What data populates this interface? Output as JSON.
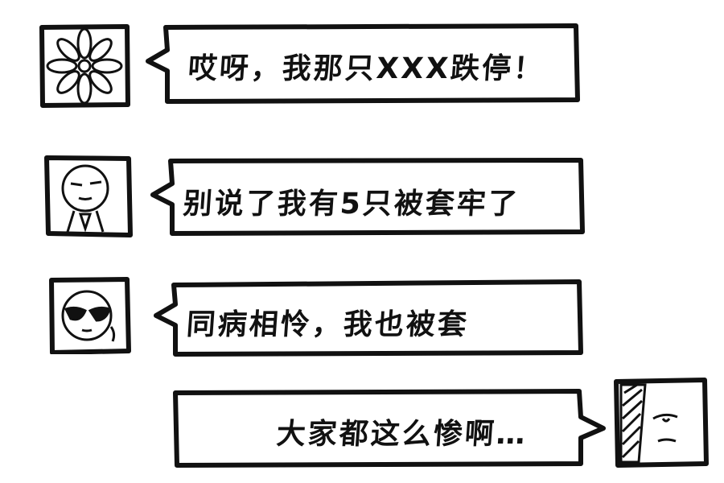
{
  "colors": {
    "ink": "#111111",
    "paper": "#ffffff"
  },
  "messages": [
    {
      "side": "left",
      "avatar": "flower-avatar-icon",
      "text": "哎呀，我那只XXX跌停！"
    },
    {
      "side": "left",
      "avatar": "smug-face-avatar-icon",
      "text": "别说了我有5只被套牢了"
    },
    {
      "side": "left",
      "avatar": "sunglasses-face-avatar-icon",
      "text": "同病相怜，我也被套"
    },
    {
      "side": "right",
      "avatar": "sad-face-avatar-icon",
      "text": "大家都这么惨啊…"
    }
  ]
}
